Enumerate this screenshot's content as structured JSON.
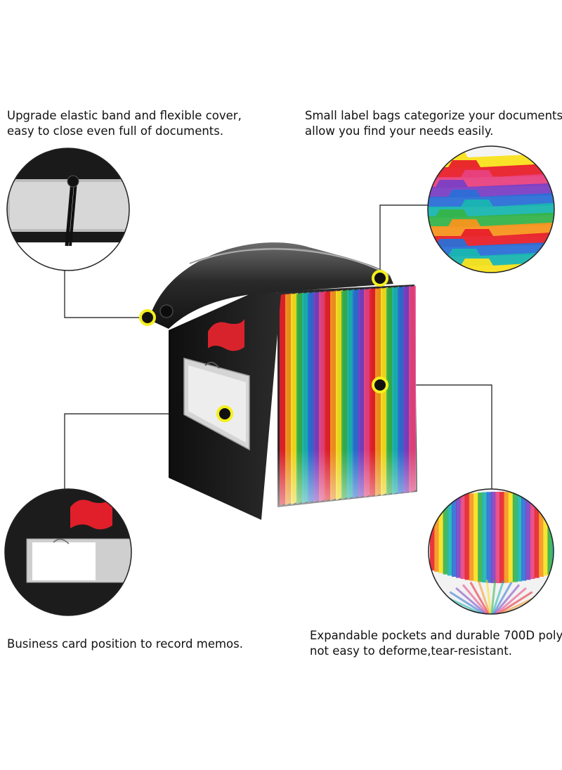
{
  "captions": {
    "elastic_band": {
      "line1": "Upgrade elastic band and flexible cover,",
      "line2": "easy to close even full of documents."
    },
    "label_bags": {
      "line1": "Small label bags categorize your documents,",
      "line2": "allow you find your needs easily."
    },
    "business_card": {
      "line1": "Business card position to record memos."
    },
    "expandable": {
      "line1": "Expandable pockets and durable 700D poly,",
      "line2": "not easy to deforme,tear-resistant."
    }
  },
  "colors": {
    "folder_black": "#1b1b1b",
    "marker_yellow": "#f4ef1e",
    "tab_red": "#e8202a",
    "tab_orange": "#f7941d",
    "tab_yellow": "#f9e11c",
    "tab_green": "#35b34a",
    "tab_teal": "#19b5b0",
    "tab_blue": "#2a6fd6",
    "tab_purple": "#7b3fc4",
    "tab_pink": "#e8417f"
  },
  "pocket_colors": [
    "#e8202a",
    "#f7941d",
    "#f9e11c",
    "#35b34a",
    "#19b5b0",
    "#2a6fd6",
    "#7b3fc4",
    "#e8417f"
  ]
}
